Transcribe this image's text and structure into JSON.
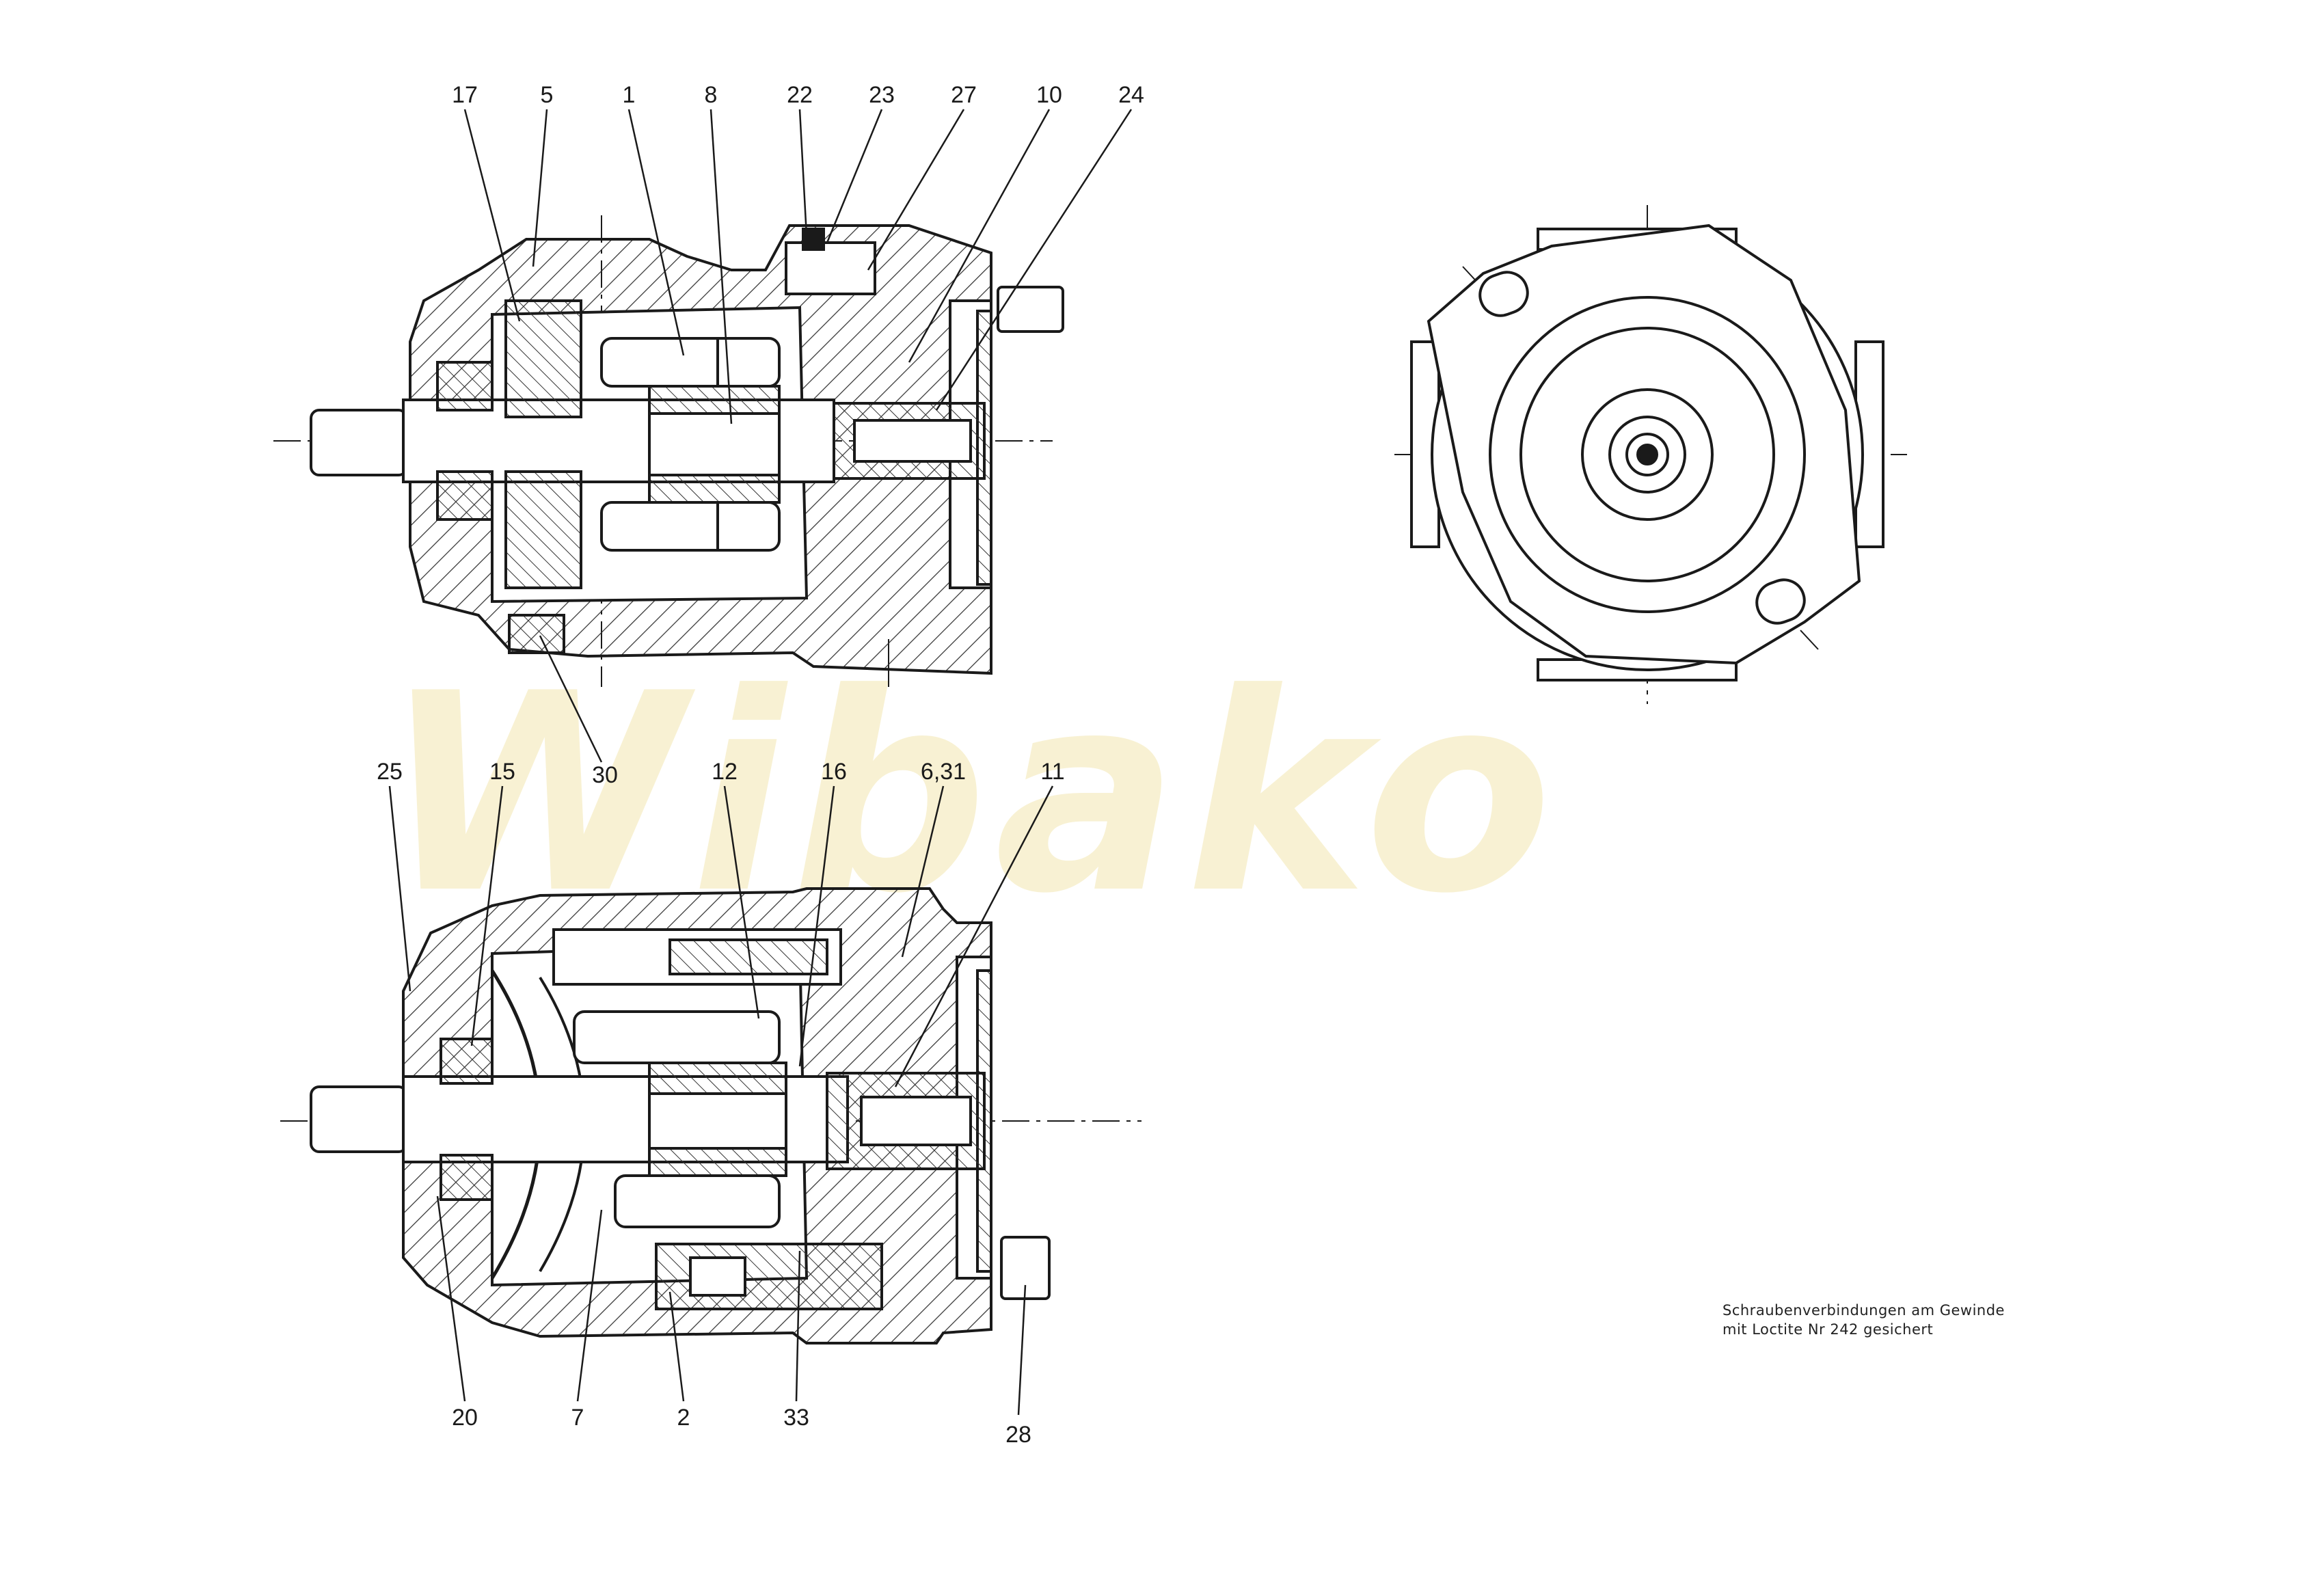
{
  "watermark": {
    "text": "Wibako",
    "color": "#f3e7b0"
  },
  "callouts_top": [
    "17",
    "5",
    "1",
    "8",
    "22",
    "23",
    "27",
    "10",
    "24",
    "30"
  ],
  "callouts_bottom": [
    "25",
    "15",
    "12",
    "16",
    "6,31",
    "11",
    "20",
    "7",
    "2",
    "33",
    "28"
  ],
  "note": {
    "line1": "Schraubenverbindungen am Gewinde",
    "line2": "mit Loctite Nr 242 gesichert"
  },
  "colors": {
    "ink": "#1a1a1a",
    "hatch": "#333333"
  }
}
